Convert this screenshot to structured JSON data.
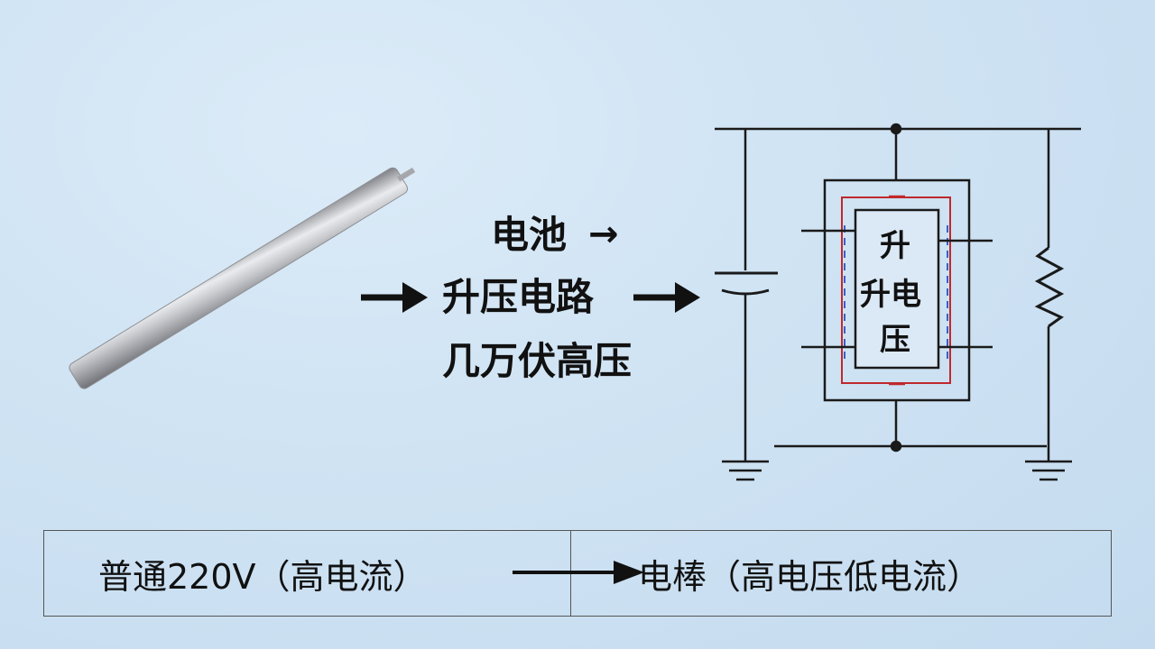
{
  "diagram": {
    "labels": {
      "battery": "电池",
      "boost_circuit": "升压电路",
      "high_voltage": "几万伏高压"
    },
    "box_text": {
      "line1": "升",
      "line2": "升电",
      "line3": "压"
    },
    "arrow_glyph": "→"
  },
  "table": {
    "left": "普通220V（高电流）",
    "right": "电棒（高电压低电流）"
  },
  "colors": {
    "line": "#1a1a1a",
    "red_trace": "#c0282c",
    "blue_trace": "#3a5fc8"
  }
}
